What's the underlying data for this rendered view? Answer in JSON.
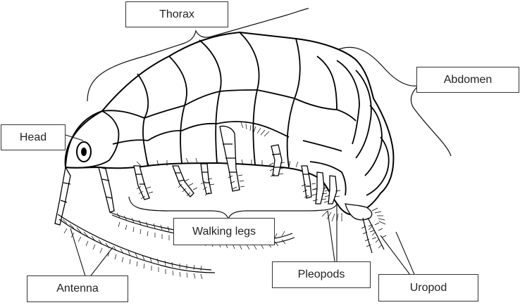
{
  "labels": {
    "thorax": "Thorax",
    "abdomen": "Abdomen",
    "head": "Head",
    "walking_legs": "Walking legs",
    "pleopods": "Pleopods",
    "antenna": "Antenna",
    "uropod": "Uropod"
  }
}
